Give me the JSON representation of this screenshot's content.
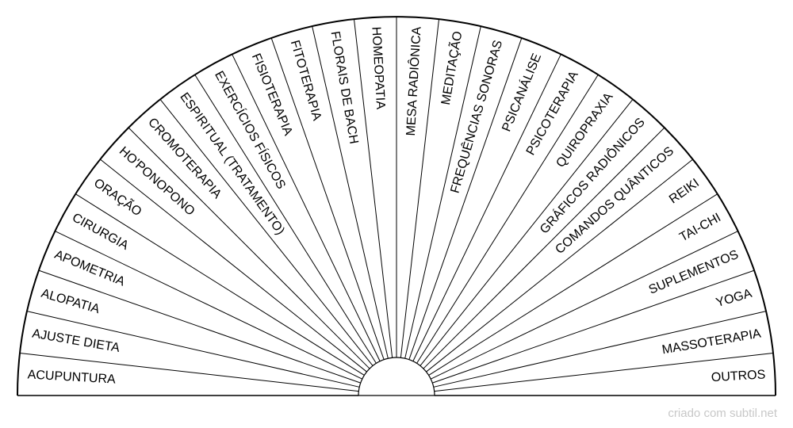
{
  "segments": [
    "ACUPUNTURA",
    "AJUSTE DIETA",
    "ALOPATIA",
    "APOMETRIA",
    "CIRURGIA",
    "ORAÇÃO",
    "HO'PONOPONO",
    "CROMOTERAPIA",
    "ESPIRITUAL (TRATAMENTO)",
    "EXERCÍCIOS FÍSICOS",
    "FISIOTERAPIA",
    "FITOTERAPIA",
    "FLORAIS DE BACH",
    "HOMEOPATIA",
    "MESA RADIÔNICA",
    "MEDITAÇÃO",
    "FREQUÊNCIAS SONORAS",
    "PSICANÁLISE",
    "PSICOTERAPIA",
    "QUIROPRAXIA",
    "GRÁFICOS RADIÔNICOS",
    "COMANDOS QUÂNTICOS",
    "REIKI",
    "TAI-CHI",
    "SUPLEMENTOS",
    "YOGA",
    "MASSOTERAPIA",
    "OUTROS"
  ],
  "colors": {
    "line": "#000000",
    "credit": "#c8c8c8"
  },
  "credit": "criado com subtil.net"
}
